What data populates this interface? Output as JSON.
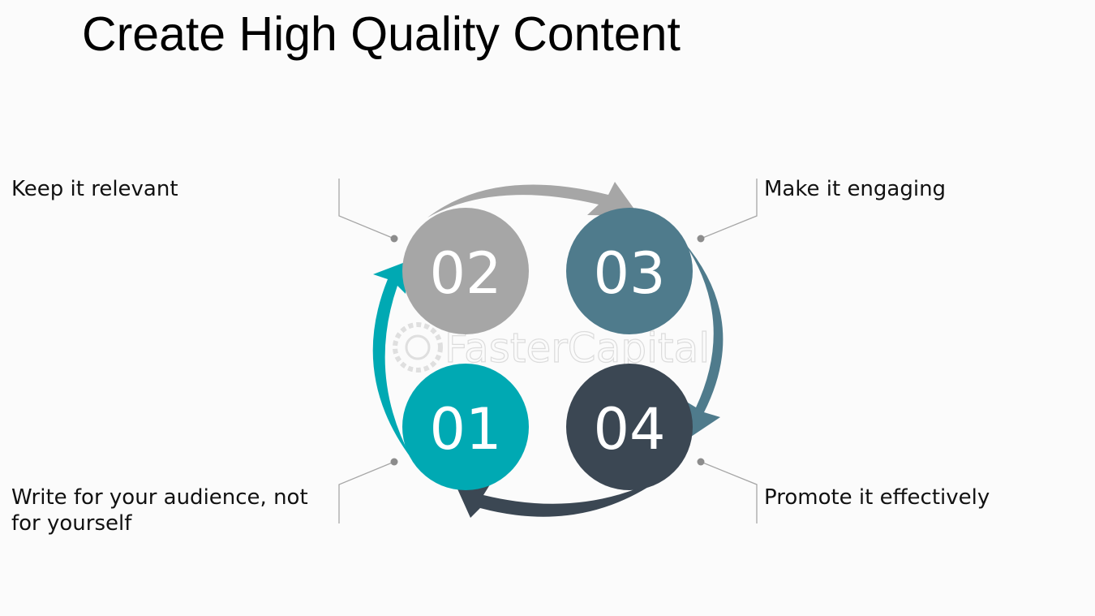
{
  "title": "Create High Quality Content",
  "watermark": "FasterCapital",
  "colors": {
    "step_01": "#00a9b3",
    "step_02": "#a6a6a6",
    "step_03": "#4f7b8c",
    "step_04": "#3b4753",
    "connector": "#a6a6a6"
  },
  "steps": [
    {
      "number": "01",
      "label_lines": [
        "Write for your audience, not",
        "for yourself"
      ]
    },
    {
      "number": "02",
      "label_lines": [
        "Keep it relevant"
      ]
    },
    {
      "number": "03",
      "label_lines": [
        "Make it engaging"
      ]
    },
    {
      "number": "04",
      "label_lines": [
        "Promote it effectively"
      ]
    }
  ]
}
